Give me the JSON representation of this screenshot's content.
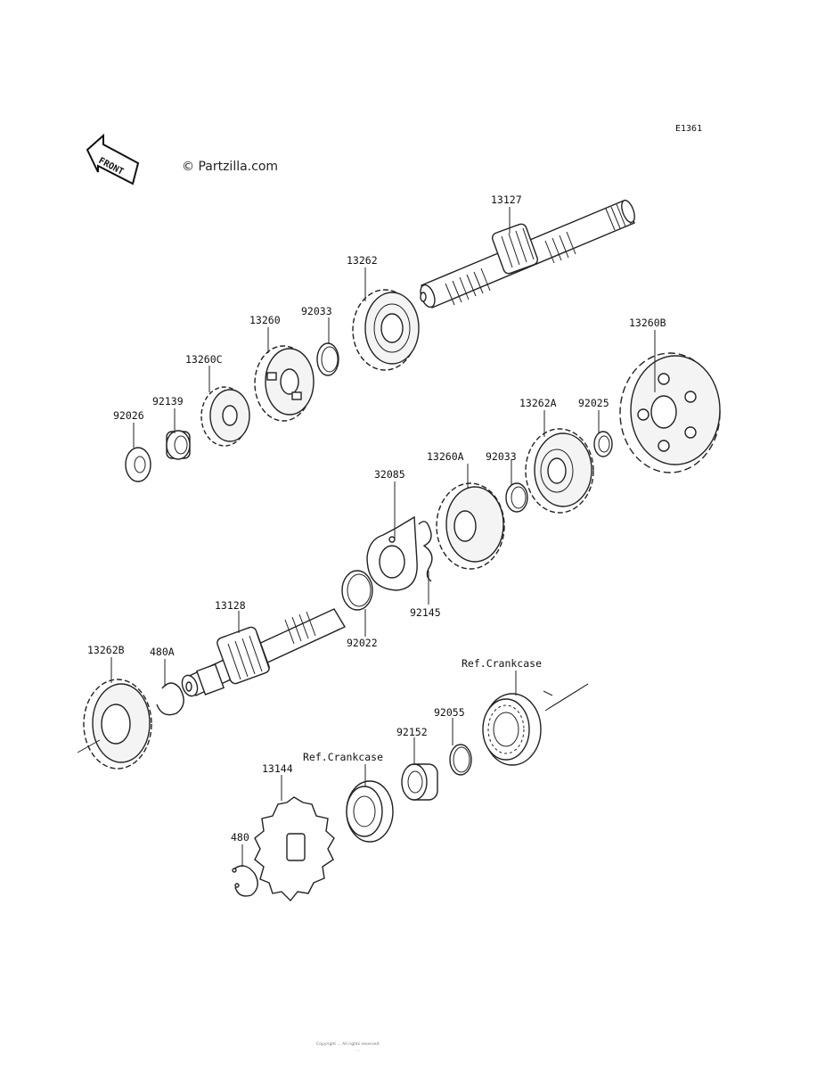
{
  "header": {
    "diagram_code": "E1361",
    "watermark": "© Partzilla.com",
    "front_label": "FRONT"
  },
  "labels": {
    "p13127": "13127",
    "p13262": "13262",
    "p92033a": "92033",
    "p13260": "13260",
    "p13260c": "13260C",
    "p92139": "92139",
    "p92026": "92026",
    "p13260b": "13260B",
    "p13262a": "13262A",
    "p92025": "92025",
    "p32085": "32085",
    "p13260a": "13260A",
    "p92033b": "92033",
    "p92145": "92145",
    "p13128": "13128",
    "p92022": "92022",
    "p13262b": "13262B",
    "p480a": "480A",
    "ref_crankcase_1": "Ref.Crankcase",
    "p92055": "92055",
    "p92152": "92152",
    "ref_crankcase_2": "Ref.Crankcase",
    "p13144": "13144",
    "p480": "480"
  },
  "footer": {
    "line1": "Copyright ... All rights reserved.",
    "line2": "..."
  }
}
